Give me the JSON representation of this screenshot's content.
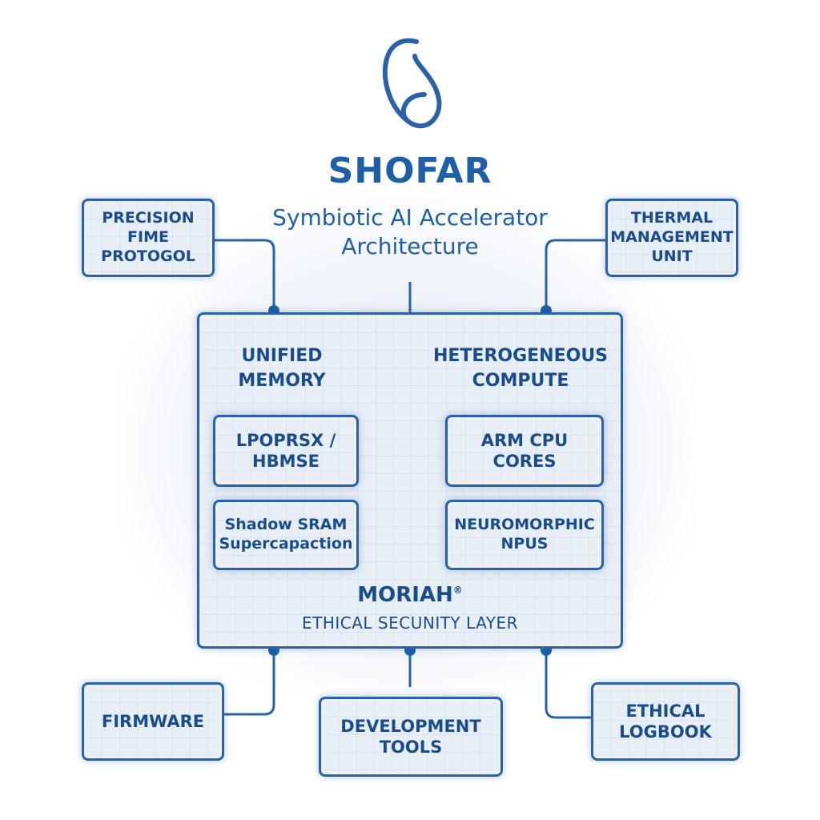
{
  "title": "SHOFAR",
  "subtitle": "Symbiotic AI Accelerator\nArchitecture",
  "logo_icon": "shofar-horn-icon",
  "colors": {
    "primary": "#2a62a8",
    "text": "#1a4c8c",
    "fill": "#e8eef6"
  },
  "external": {
    "precision_time": "PRECISION\nFIME\nPROTOGOL",
    "thermal": "THERMAL\nMANAGEMENT\nUNIT",
    "firmware": "FIRMWARE",
    "dev_tools": "DEVELOPMENT\nTOOLS",
    "logbook": "ETHICAL\nLOGBOOK"
  },
  "core": {
    "memory_header": "UNIFIED\nMEMORY",
    "compute_header": "HETEROGENEOUS\nCOMPUTE",
    "lpddr": "LPOPRSX /\nHBMSE",
    "sram": "Shadow SRAM\nSupercapaction",
    "arm": "ARM CPU\nCORES",
    "npu": "NEUROMORPHIC\nNPUS",
    "moriah": "MORIAH",
    "moriah_mark": "®",
    "security": "ETHICAL SECUNITY LAYER"
  }
}
